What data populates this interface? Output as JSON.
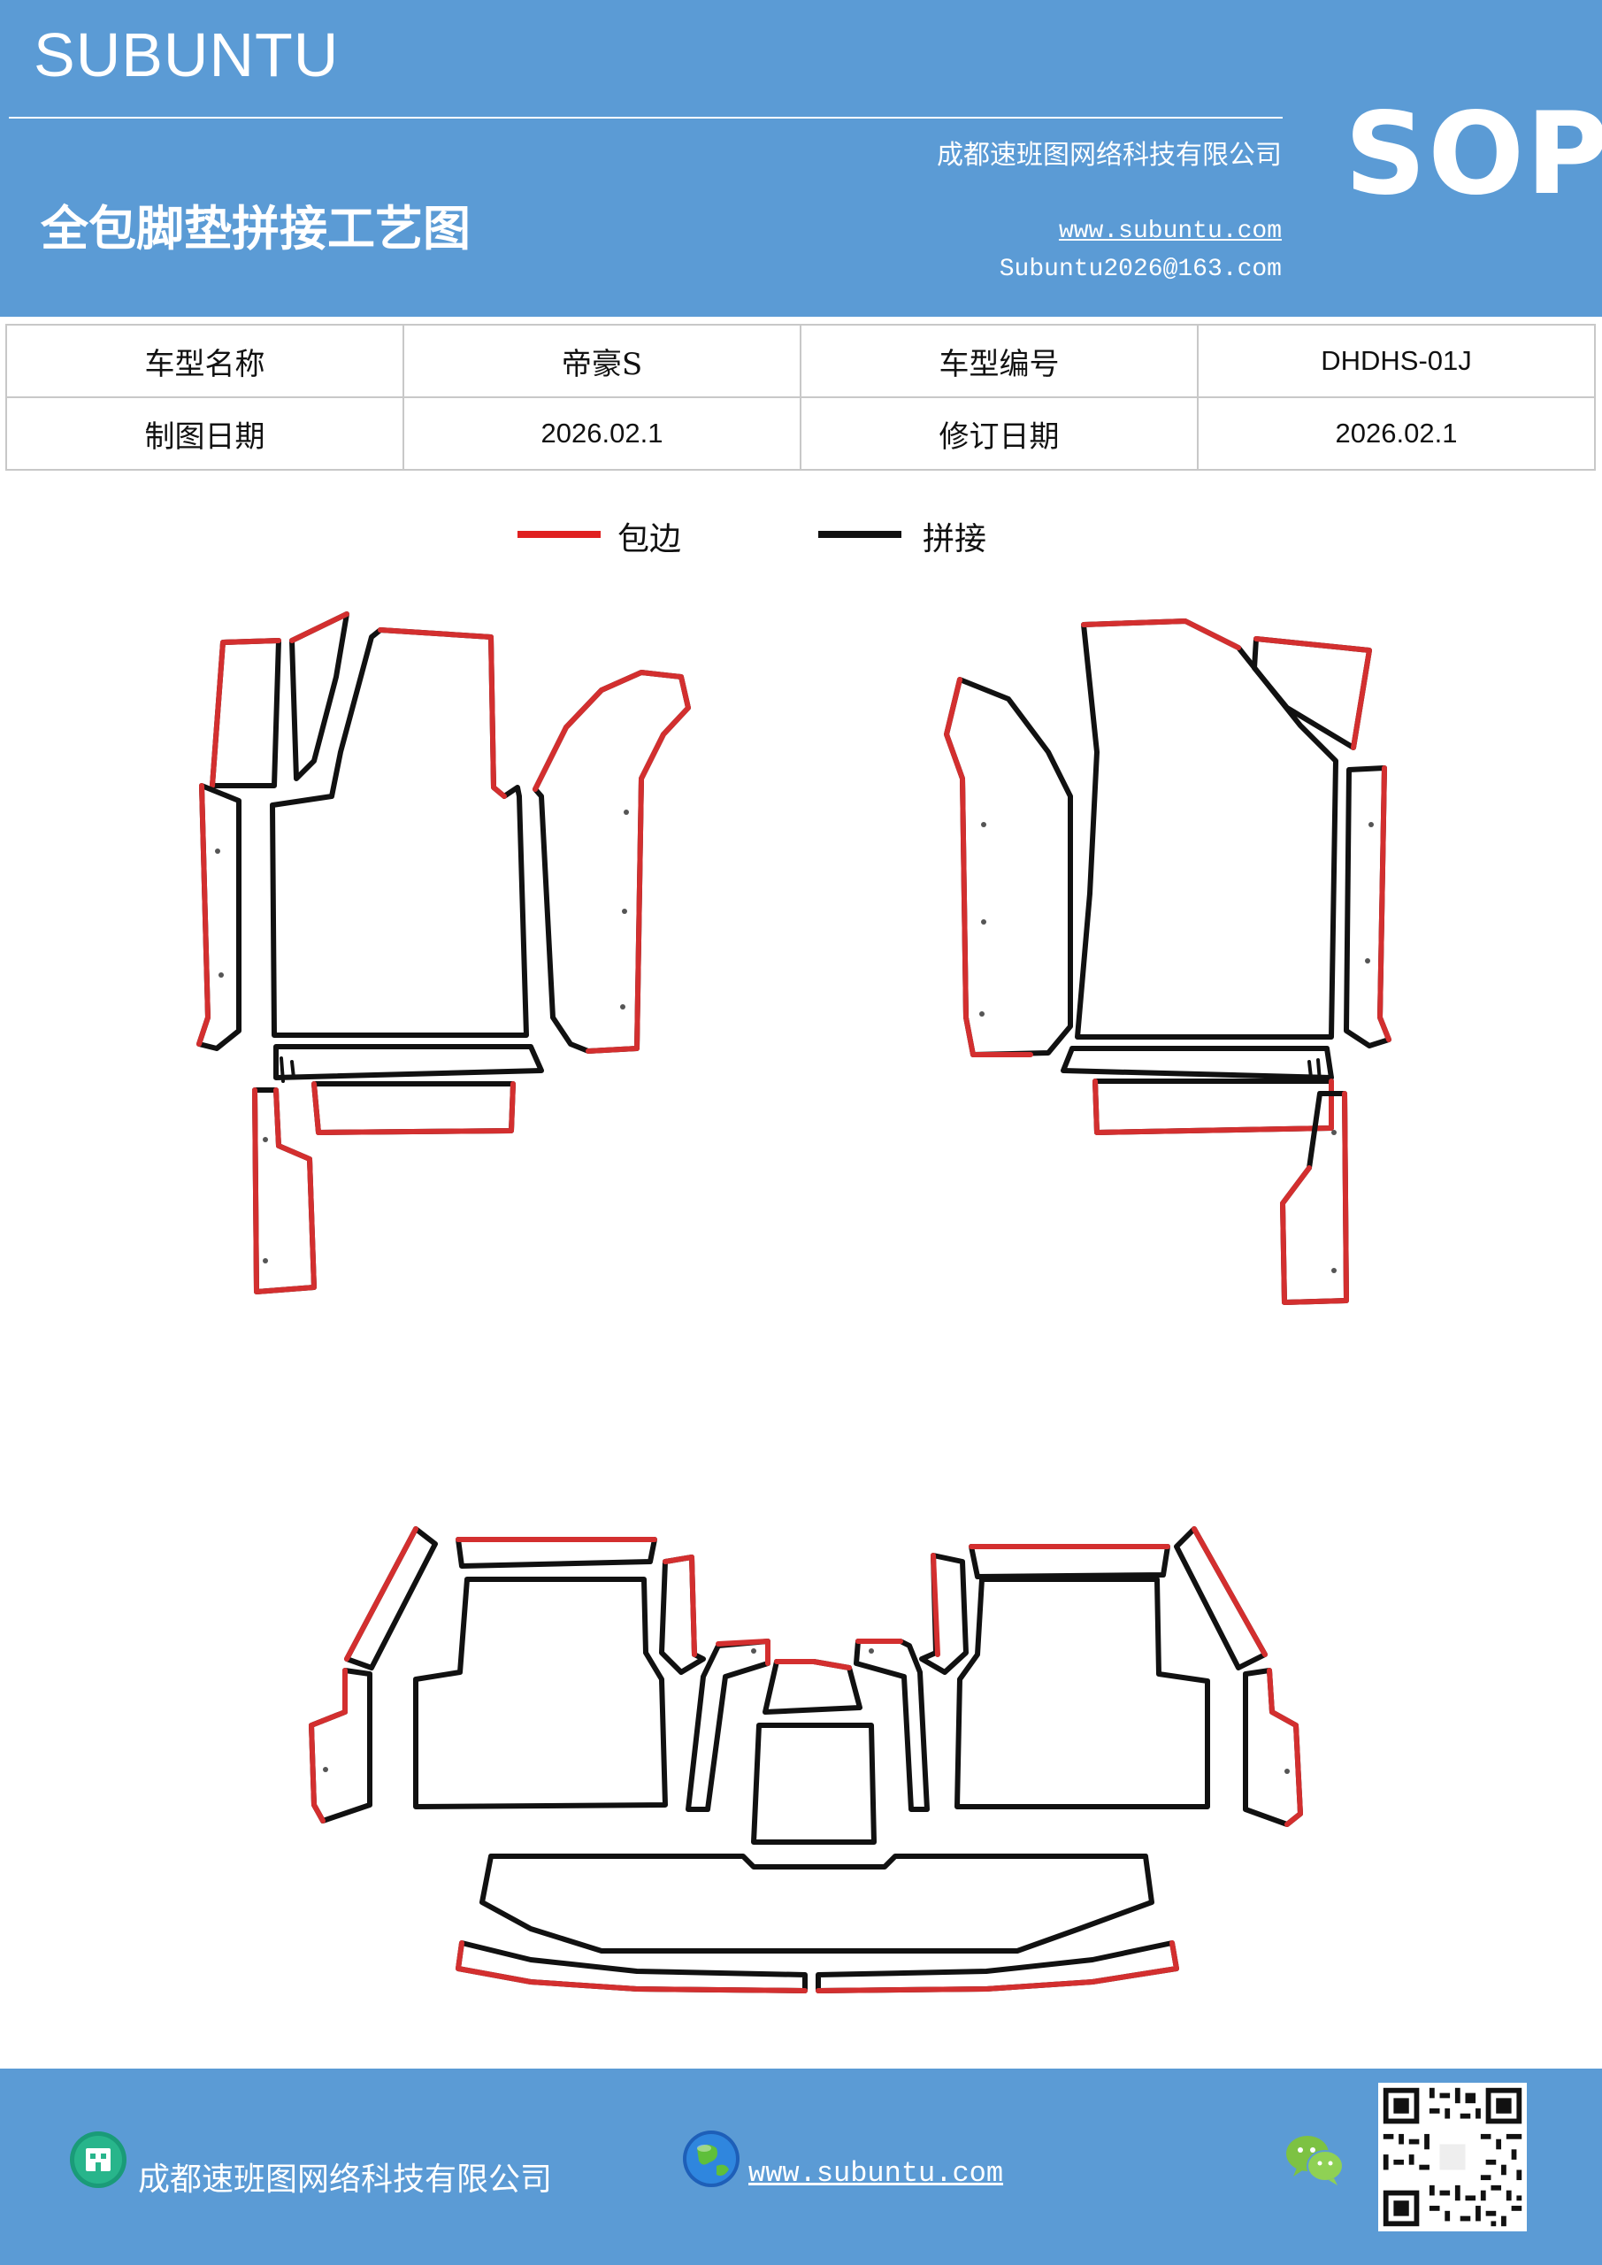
{
  "header": {
    "brand": "SUBUNTU",
    "company": "成都速班图网络科技有限公司",
    "title": "全包脚垫拼接工艺图",
    "website": "www.subuntu.com",
    "email": "Subuntu2026@163.com",
    "badge": "SOP"
  },
  "info_table": {
    "rows": [
      [
        "车型名称",
        "帝豪S",
        "车型编号",
        "DHDHS-01J"
      ],
      [
        "制图日期",
        "2026.02.1",
        "修订日期",
        "2026.02.1"
      ]
    ]
  },
  "legend": {
    "items": [
      {
        "label": "包边",
        "color": "#e02020"
      },
      {
        "label": "拼接",
        "color": "#111111"
      }
    ]
  },
  "footer": {
    "company": "成都速班图网络科技有限公司",
    "website": "www.subuntu.com",
    "icons": [
      "building-icon",
      "globe-icon",
      "wechat-icon",
      "qr-code"
    ]
  },
  "colors": {
    "header_bg": "#5b9bd5",
    "edge_red": "#d32f2f",
    "seam_black": "#111111"
  }
}
